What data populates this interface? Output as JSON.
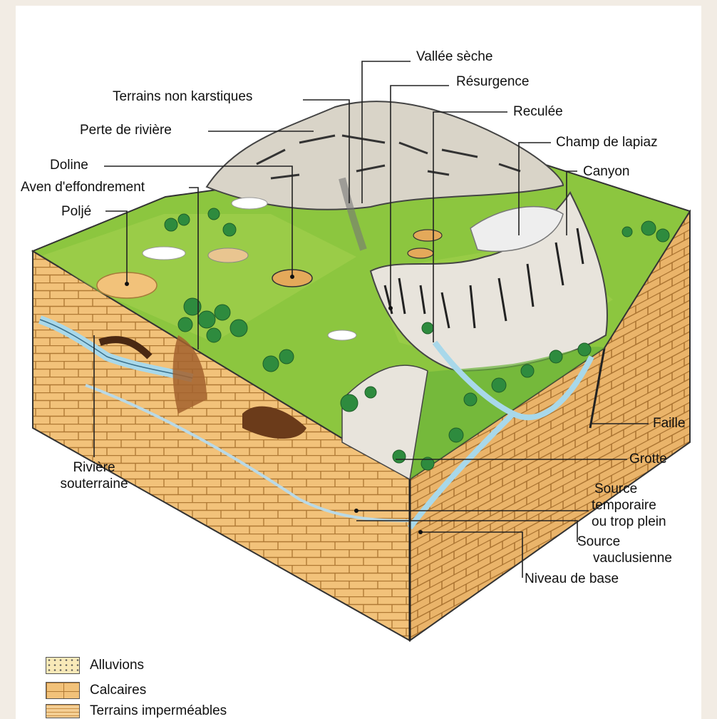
{
  "labels": {
    "vallee_seche": "Vallée sèche",
    "resurgence": "Résurgence",
    "terrains_non_karstiques": "Terrains non karstiques",
    "reculee": "Reculée",
    "perte_de_riviere": "Perte de rivière",
    "champ_de_lapiaz": "Champ de lapiaz",
    "doline": "Doline",
    "canyon": "Canyon",
    "aven": "Aven d'effondrement",
    "polje": "Poljé",
    "faille": "Faille",
    "grotte": "Grotte",
    "riviere_souterraine_1": "Rivière",
    "riviere_souterraine_2": "souterraine",
    "source_temporaire_1": "Source",
    "source_temporaire_2": "temporaire",
    "source_temporaire_3": "ou trop plein",
    "source_vauclusienne_1": "Source",
    "source_vauclusienne_2": "vauclusienne",
    "niveau_de_base": "Niveau de base"
  },
  "legend": {
    "alluvions": "Alluvions",
    "calcaires": "Calcaires",
    "terrains_impermeables": "Terrains imperméables"
  },
  "colors": {
    "grass": "#8cc63f",
    "grass_dark": "#5fa82e",
    "limestone": "#f2c27a",
    "limestone_dark": "#e0a655",
    "rock": "#d9d4c8",
    "water": "#a8d8ea",
    "tree": "#2e8b3e"
  }
}
